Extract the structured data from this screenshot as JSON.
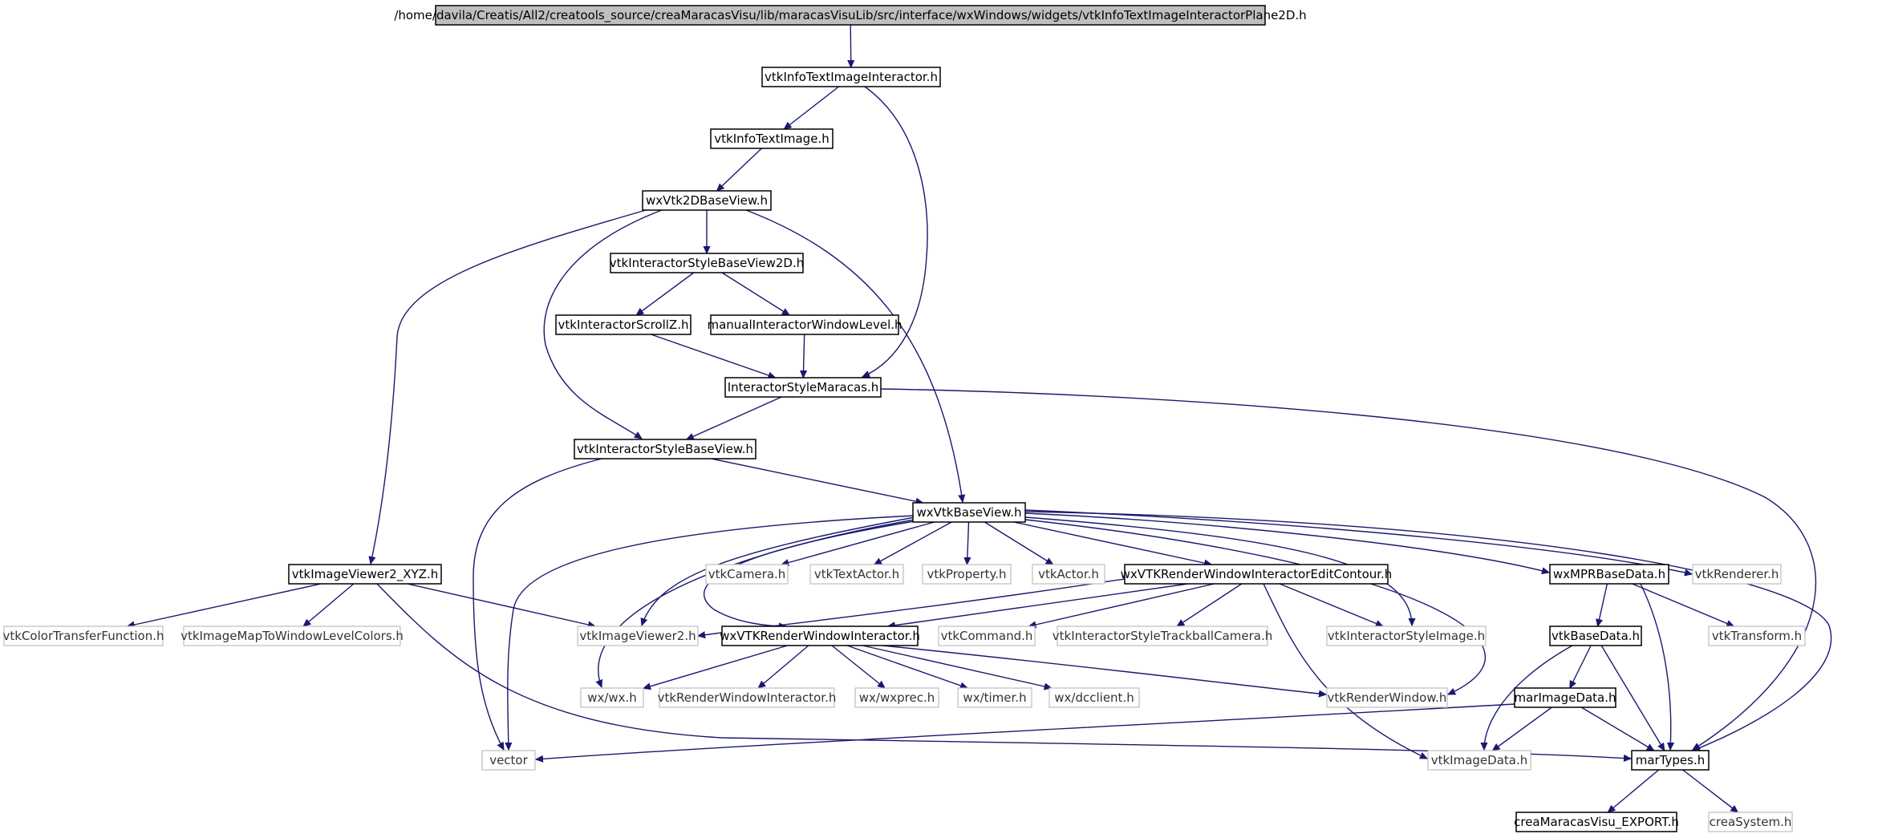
{
  "graph": {
    "colors": {
      "edge": "#191970",
      "root_fill": "#bfbfbf",
      "node_border": "#000000",
      "external_border": "#bfbfbf"
    },
    "nodes": {
      "root": "/home/davila/Creatis/All2/creatools_source/creaMaracasVisu/lib/maracasVisuLib/src/interface/wxWindows/widgets/vtkInfoTextImageInteractorPlane2D.h",
      "vtkInfoTextImageInteractor": "vtkInfoTextImageInteractor.h",
      "vtkInfoTextImage": "vtkInfoTextImage.h",
      "wxVtk2DBaseView": "wxVtk2DBaseView.h",
      "vtkInteractorStyleBaseView2D": "vtkInteractorStyleBaseView2D.h",
      "vtkInteractorScrollZ": "vtkInteractorScrollZ.h",
      "manualInteractorWindowLevel": "manualInteractorWindowLevel.h",
      "InteractorStyleMaracas": "InteractorStyleMaracas.h",
      "vtkInteractorStyleBaseView": "vtkInteractorStyleBaseView.h",
      "wxVtkBaseView": "wxVtkBaseView.h",
      "vtkImageViewer2_XYZ": "vtkImageViewer2_XYZ.h",
      "vtkColorTransferFunction": "vtkColorTransferFunction.h",
      "vtkImageMapToWindowLevelColors": "vtkImageMapToWindowLevelColors.h",
      "vtkImageViewer2": "vtkImageViewer2.h",
      "vtkCamera": "vtkCamera.h",
      "vtkTextActor": "vtkTextActor.h",
      "vtkProperty": "vtkProperty.h",
      "vtkActor": "vtkActor.h",
      "wxVTKRenderWindowInteractorEditContour": "wxVTKRenderWindowInteractorEditContour.h",
      "wxMPRBaseData": "wxMPRBaseData.h",
      "vtkRenderer": "vtkRenderer.h",
      "wxVTKRenderWindowInteractor": "wxVTKRenderWindowInteractor.h",
      "vtkCommand": "vtkCommand.h",
      "vtkInteractorStyleTrackballCamera": "vtkInteractorStyleTrackballCamera.h",
      "vtkInteractorStyleImage": "vtkInteractorStyleImage.h",
      "vtkBaseData": "vtkBaseData.h",
      "vtkTransform": "vtkTransform.h",
      "wx_wx": "wx/wx.h",
      "vtkRenderWindowInteractor": "vtkRenderWindowInteractor.h",
      "wx_wxprec": "wx/wxprec.h",
      "wx_timer": "wx/timer.h",
      "wx_dcclient": "wx/dcclient.h",
      "vtkRenderWindow": "vtkRenderWindow.h",
      "marImageData": "marImageData.h",
      "vector": "vector",
      "vtkImageData": "vtkImageData.h",
      "marTypes": "marTypes.h",
      "creaMaracasVisu_EXPORT": "creaMaracasVisu_EXPORT.h",
      "creaSystem": "creaSystem.h"
    }
  }
}
